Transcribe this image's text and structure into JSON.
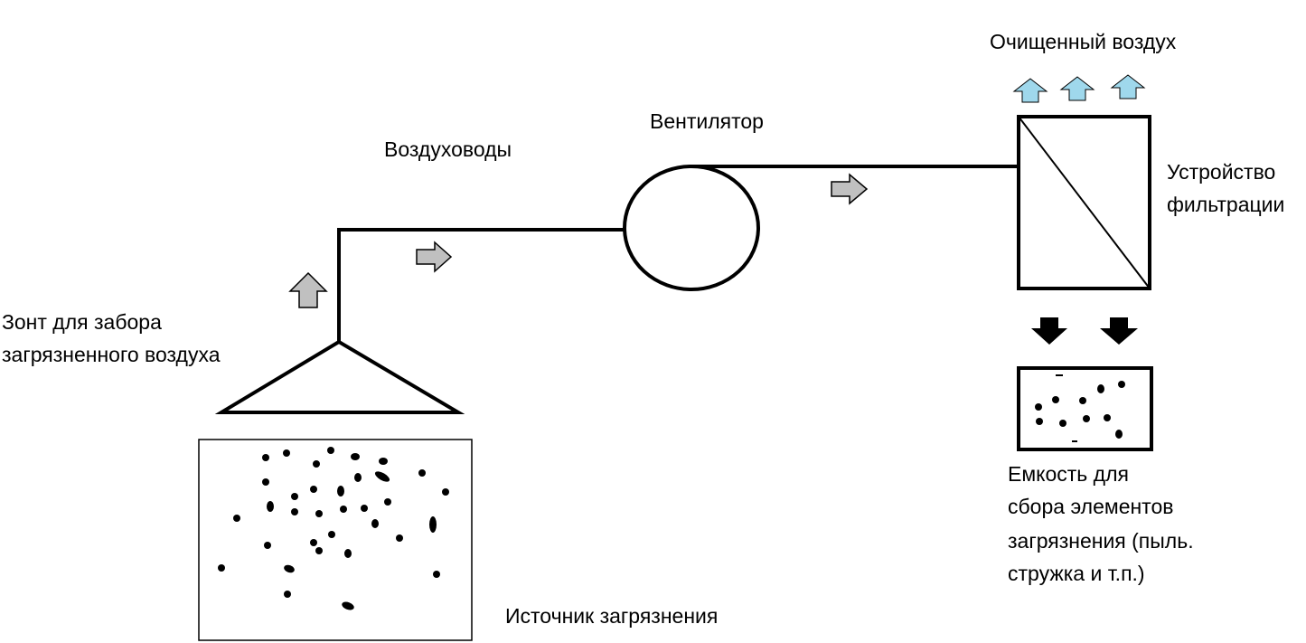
{
  "labels": {
    "clean_air": "Очищенный воздух",
    "fan": "Вентилятор",
    "ducts": "Воздуховоды",
    "filter_line1": "Устройство",
    "filter_line2": "фильтрации",
    "hood_line1": "Зонт для забора",
    "hood_line2": "загрязненного воздуха",
    "container_line1": "Емкость для",
    "container_line2": "сбора элементов",
    "container_line3": "загрязнения (пыль.",
    "container_line4": "стружка и т.п.)",
    "source": "Источник загрязнения"
  },
  "colors": {
    "line": "#000000",
    "flow_arrow": "#c0c0c0",
    "clean_arrow": "#9fd8ec",
    "debris_arrow": "#000000",
    "background": "#ffffff"
  },
  "icons": {
    "flow_arrow": "gray-outline-arrow",
    "clean_arrow": "light-blue-up-arrow",
    "debris_arrow": "black-down-arrow",
    "particle": "dust-particle"
  }
}
